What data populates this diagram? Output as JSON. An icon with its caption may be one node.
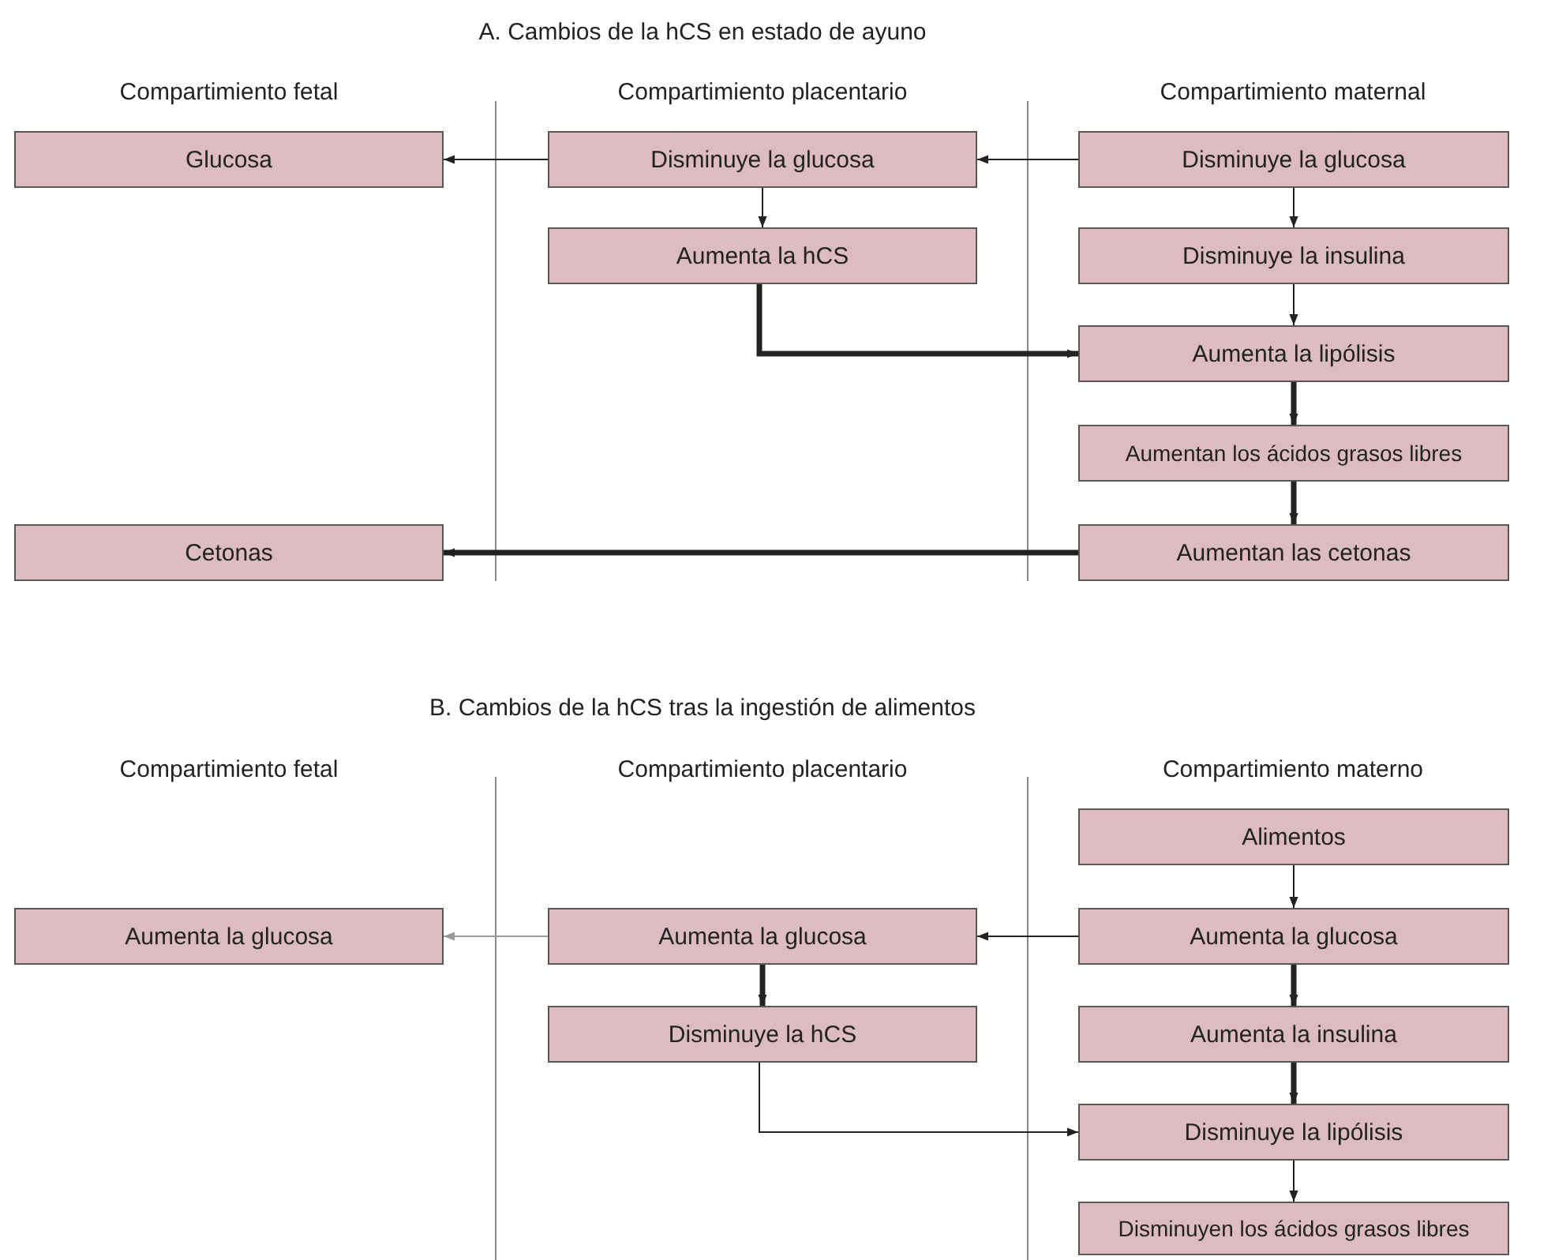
{
  "diagram": {
    "nodes": [
      {
        "text": [
          "Glucosa"
        ]
      },
      {
        "text": [
          "Disminuye la glucosa"
        ]
      },
      {
        "text": [
          "Disminuye la glucosa"
        ]
      },
      {
        "text": [
          "Aumenta la hCS"
        ]
      },
      {
        "text": [
          "Disminuye la insulina"
        ]
      },
      {
        "text": [
          "Aumenta la lipólisis"
        ]
      },
      {
        "text": [
          "Aumentan los ácidos grasos libres"
        ]
      },
      {
        "text": [
          "Cetonas"
        ]
      },
      {
        "text": [
          "Aumentan las cetonas"
        ]
      },
      {
        "text": [
          "Alimentos"
        ]
      },
      {
        "text": [
          "Aumenta la glucosa"
        ]
      },
      {
        "text": [
          "Aumenta la glucosa"
        ]
      },
      {
        "text": [
          "Aumenta la glucosa"
        ]
      },
      {
        "text": [
          "Disminuye la hCS"
        ]
      },
      {
        "text": [
          "Aumenta la insulina"
        ]
      },
      {
        "text": [
          "Disminuye la lipólisis"
        ]
      },
      {
        "text": [
          "Disminuyen los ácidos grasos libres"
        ]
      }
    ],
    "edges": [
      {
        "from": 2,
        "to": 1,
        "arrow": "to"
      },
      {
        "from": 1,
        "to": 0,
        "arrow": "to"
      },
      {
        "from": 1,
        "to": 3,
        "arrow": "to"
      },
      {
        "from": 2,
        "to": 4,
        "arrow": "to"
      },
      {
        "from": 4,
        "to": 5,
        "arrow": "to"
      },
      {
        "from": 3,
        "to": 5,
        "arrow": "to",
        "style": "thick"
      },
      {
        "from": 5,
        "to": 6,
        "arrow": "to",
        "style": "thick"
      },
      {
        "from": 6,
        "to": 8,
        "arrow": "to",
        "style": "thick"
      },
      {
        "from": 8,
        "to": 7,
        "arrow": "to",
        "style": "thick"
      },
      {
        "from": 9,
        "to": 12,
        "arrow": "to"
      },
      {
        "from": 12,
        "to": 11,
        "arrow": "to"
      },
      {
        "from": 11,
        "to": 10,
        "arrow": "to",
        "color": "#999999"
      },
      {
        "from": 11,
        "to": 13,
        "arrow": "to",
        "style": "thick"
      },
      {
        "from": 12,
        "to": 14,
        "arrow": "to",
        "style": "thick"
      },
      {
        "from": 14,
        "to": 15,
        "arrow": "to",
        "style": "thick"
      },
      {
        "from": 13,
        "to": 15,
        "arrow": "to"
      },
      {
        "from": 15,
        "to": 16,
        "arrow": "to"
      }
    ],
    "labels": [
      "A. Cambios de la hCS en estado de ayuno",
      "Compartimiento fetal",
      "Compartimiento placentario",
      "Compartimiento maternal",
      "B. Cambios de la hCS tras la ingestión de alimentos",
      "Compartimiento fetal",
      "Compartimiento placentario",
      "Compartimiento materno"
    ]
  }
}
